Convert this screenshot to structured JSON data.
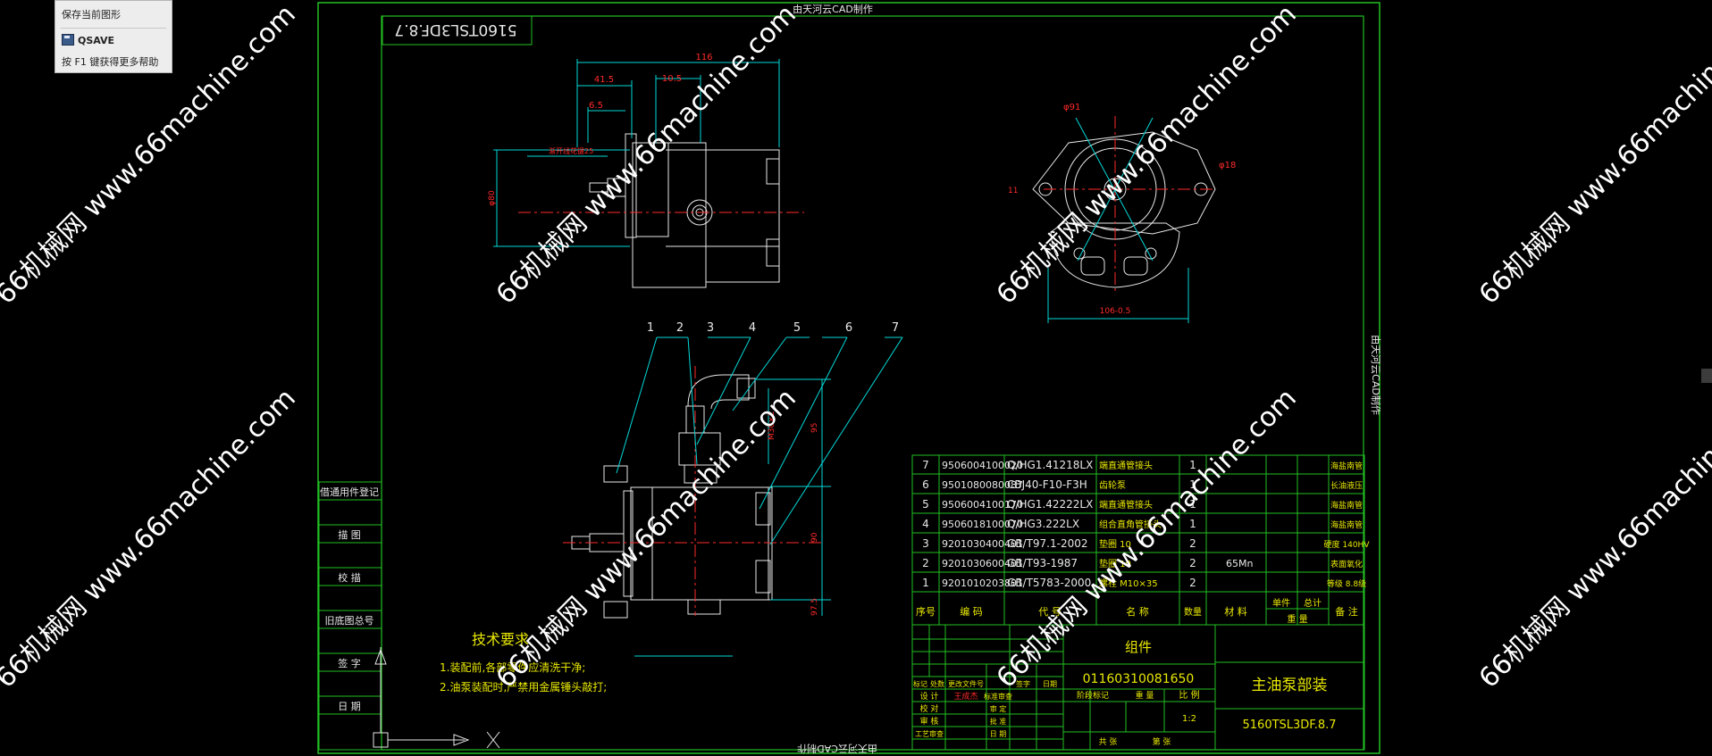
{
  "tooltip": {
    "line1": "保存当前图形",
    "command": "QSAVE",
    "help": "按 F1 键获得更多帮助"
  },
  "watermark": {
    "text": "66机械网 www.66machine.com"
  },
  "frame": {
    "top_note": "由天河云CAD制作",
    "side_note": "由天河云CAD制作",
    "bottom_note": "由天河云CAD制作",
    "corner_code": "5160TSL3DF.8.7"
  },
  "left_stamps": [
    "借通用件登记",
    "描 图",
    "校 描",
    "旧底图总号",
    "签 字",
    "日 期"
  ],
  "tech_requirements": {
    "title": "技术要求",
    "lines": [
      "1.装配前,各部零件应清洗干净;",
      "2.油泵装配时,严禁用金属锤头敲打;"
    ]
  },
  "balloons": [
    "1",
    "2",
    "3",
    "4",
    "5",
    "6",
    "7"
  ],
  "dims": {
    "d116": "116",
    "d415": "41.5",
    "d105": "10.5",
    "d65": "6.5",
    "d91": "φ91",
    "d18": "φ18",
    "d106": "106-0.5",
    "m30": "M30×2",
    "d95": "95",
    "d90": "90",
    "d75": "97.5",
    "d11": "11"
  },
  "bom": {
    "rows": [
      {
        "no": "7",
        "code": "9506004100020",
        "std": "Q/HG1.41218LX",
        "name": "端直通管接头",
        "qty": "1",
        "mat": "",
        "note": "海盐南管"
      },
      {
        "no": "6",
        "code": "9501080080087",
        "std": "CBJ40-F10-F3H",
        "name": "齿轮泵",
        "qty": "1",
        "mat": "",
        "note": "长油液压"
      },
      {
        "no": "5",
        "code": "9506004100170",
        "std": "Q/HG1.42222LX",
        "name": "端直通管接头",
        "qty": "1",
        "mat": "",
        "note": "海盐南管"
      },
      {
        "no": "4",
        "code": "9506018100070",
        "std": "Q/HG3.222LX",
        "name": "组合直角管接头",
        "qty": "1",
        "mat": "",
        "note": "海盐南管"
      },
      {
        "no": "3",
        "code": "9201030400401",
        "std": "GB/T97.1-2002",
        "name": "垫圈 10",
        "qty": "2",
        "mat": "",
        "note": "硬度 140HV"
      },
      {
        "no": "2",
        "code": "9201030600401",
        "std": "GB/T93-1987",
        "name": "垫圈 10",
        "qty": "2",
        "mat": "65Mn",
        "note": "表面氧化"
      },
      {
        "no": "1",
        "code": "9201010203801",
        "std": "GB/T5783-2000",
        "name": "螺栓 M10×35",
        "qty": "2",
        "mat": "",
        "note": "等级 8.8级"
      }
    ],
    "headers": {
      "no": "序号",
      "code": "编 码",
      "std": "代 号",
      "name": "名 称",
      "qty": "数量",
      "mat": "材 料",
      "unit": "单件",
      "total": "总计",
      "weight": "重 量",
      "note": "备 注"
    }
  },
  "titleblock": {
    "category": "组件",
    "drawing_no": "01160310081650",
    "name": "主油泵部装",
    "model": "5160TSL3DF.8.7",
    "scale_label": "比 例",
    "scale": "1:2",
    "mark_labels": [
      "标记",
      "处数",
      "更改文件号",
      "签字",
      "日期"
    ],
    "role_labels": [
      "设 计",
      "校 对",
      "审 核",
      "工艺审查"
    ],
    "role_labels2": [
      "标准审查",
      "审 定",
      "批 准",
      "日 期"
    ],
    "designer": "王成杰",
    "stage_label": "阶段标记",
    "weight_label": "重 量",
    "sheet_label": "共 张",
    "sheet_label2": "第 张"
  },
  "colors": {
    "frame": "#22c022",
    "red": "#ff2a2a",
    "cyan": "#00d8d8",
    "white": "#e8e8e8",
    "yellow": "#e8e800"
  }
}
